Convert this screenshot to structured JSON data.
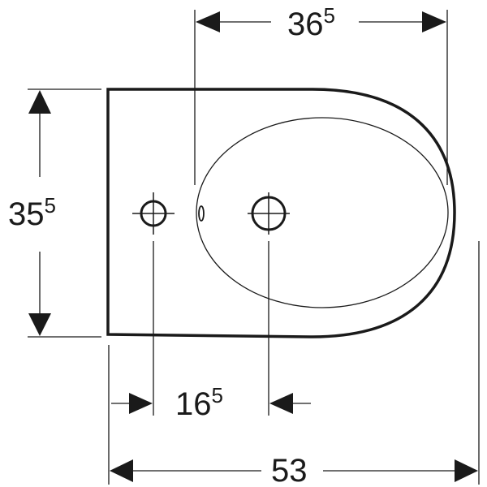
{
  "drawing": {
    "subject": "bidet top view dimension drawing",
    "line_color": "#1a1a1a",
    "background": "#ffffff"
  },
  "dimensions": {
    "top_width": {
      "main": "36",
      "sup": "5",
      "description": "bowl opening width"
    },
    "left_height": {
      "main": "35",
      "sup": "5",
      "description": "overall depth (height in view)"
    },
    "tap_spacing": {
      "main": "16",
      "sup": "5",
      "description": "distance between fixing hole and tap hole"
    },
    "overall_length": {
      "main": "53",
      "sup": "",
      "description": "overall length"
    }
  }
}
